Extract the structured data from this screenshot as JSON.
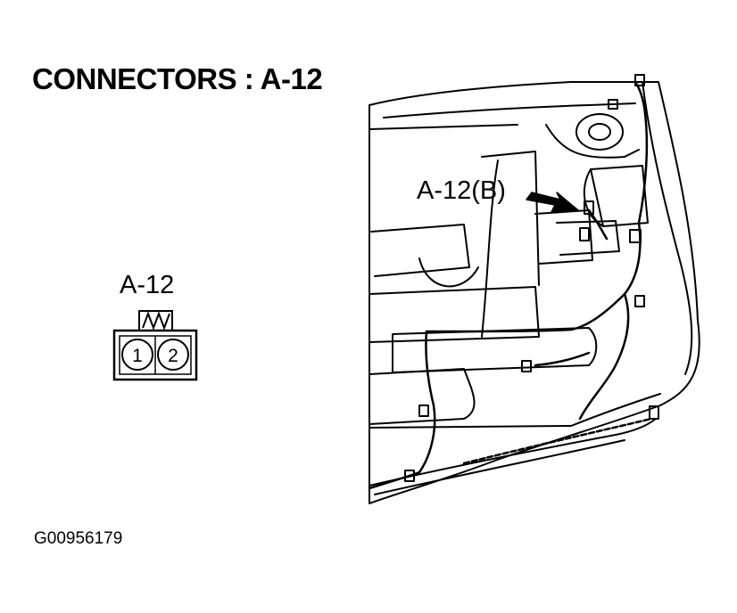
{
  "diagram": {
    "title": "CONNECTORS : A-12",
    "connector": {
      "label": "A-12",
      "pins": [
        "1",
        "2"
      ]
    },
    "callout_label": "A-12(B)",
    "figure_code": "G00956179"
  }
}
